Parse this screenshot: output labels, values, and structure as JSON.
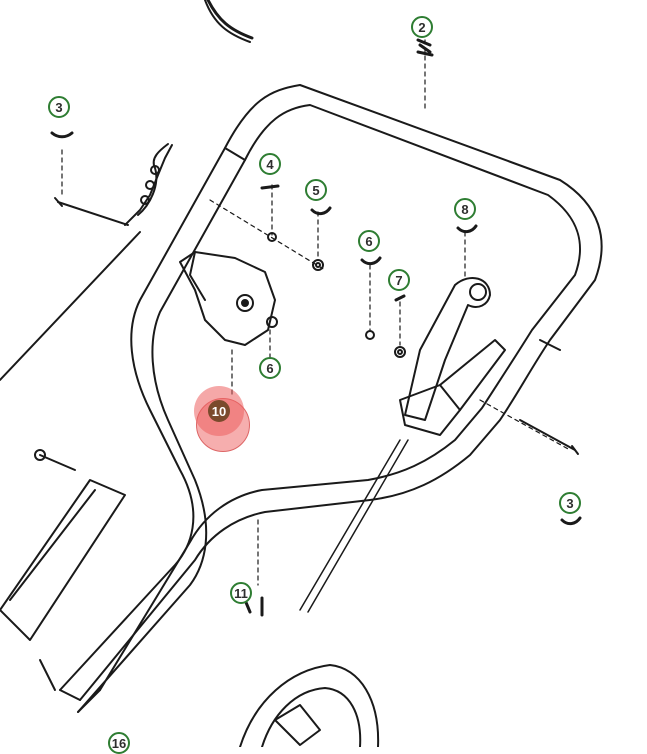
{
  "callouts": [
    {
      "label": "2"
    },
    {
      "label": "3"
    },
    {
      "label": "4"
    },
    {
      "label": "5"
    },
    {
      "label": "6"
    },
    {
      "label": "7"
    },
    {
      "label": "8"
    },
    {
      "label": "6"
    },
    {
      "label": "10"
    },
    {
      "label": "3"
    },
    {
      "label": "11"
    },
    {
      "label": "16"
    }
  ],
  "colors": {
    "callout_border": "#2e7d32",
    "highlight": "#f07878",
    "active_badge": "#7a4a2c"
  }
}
